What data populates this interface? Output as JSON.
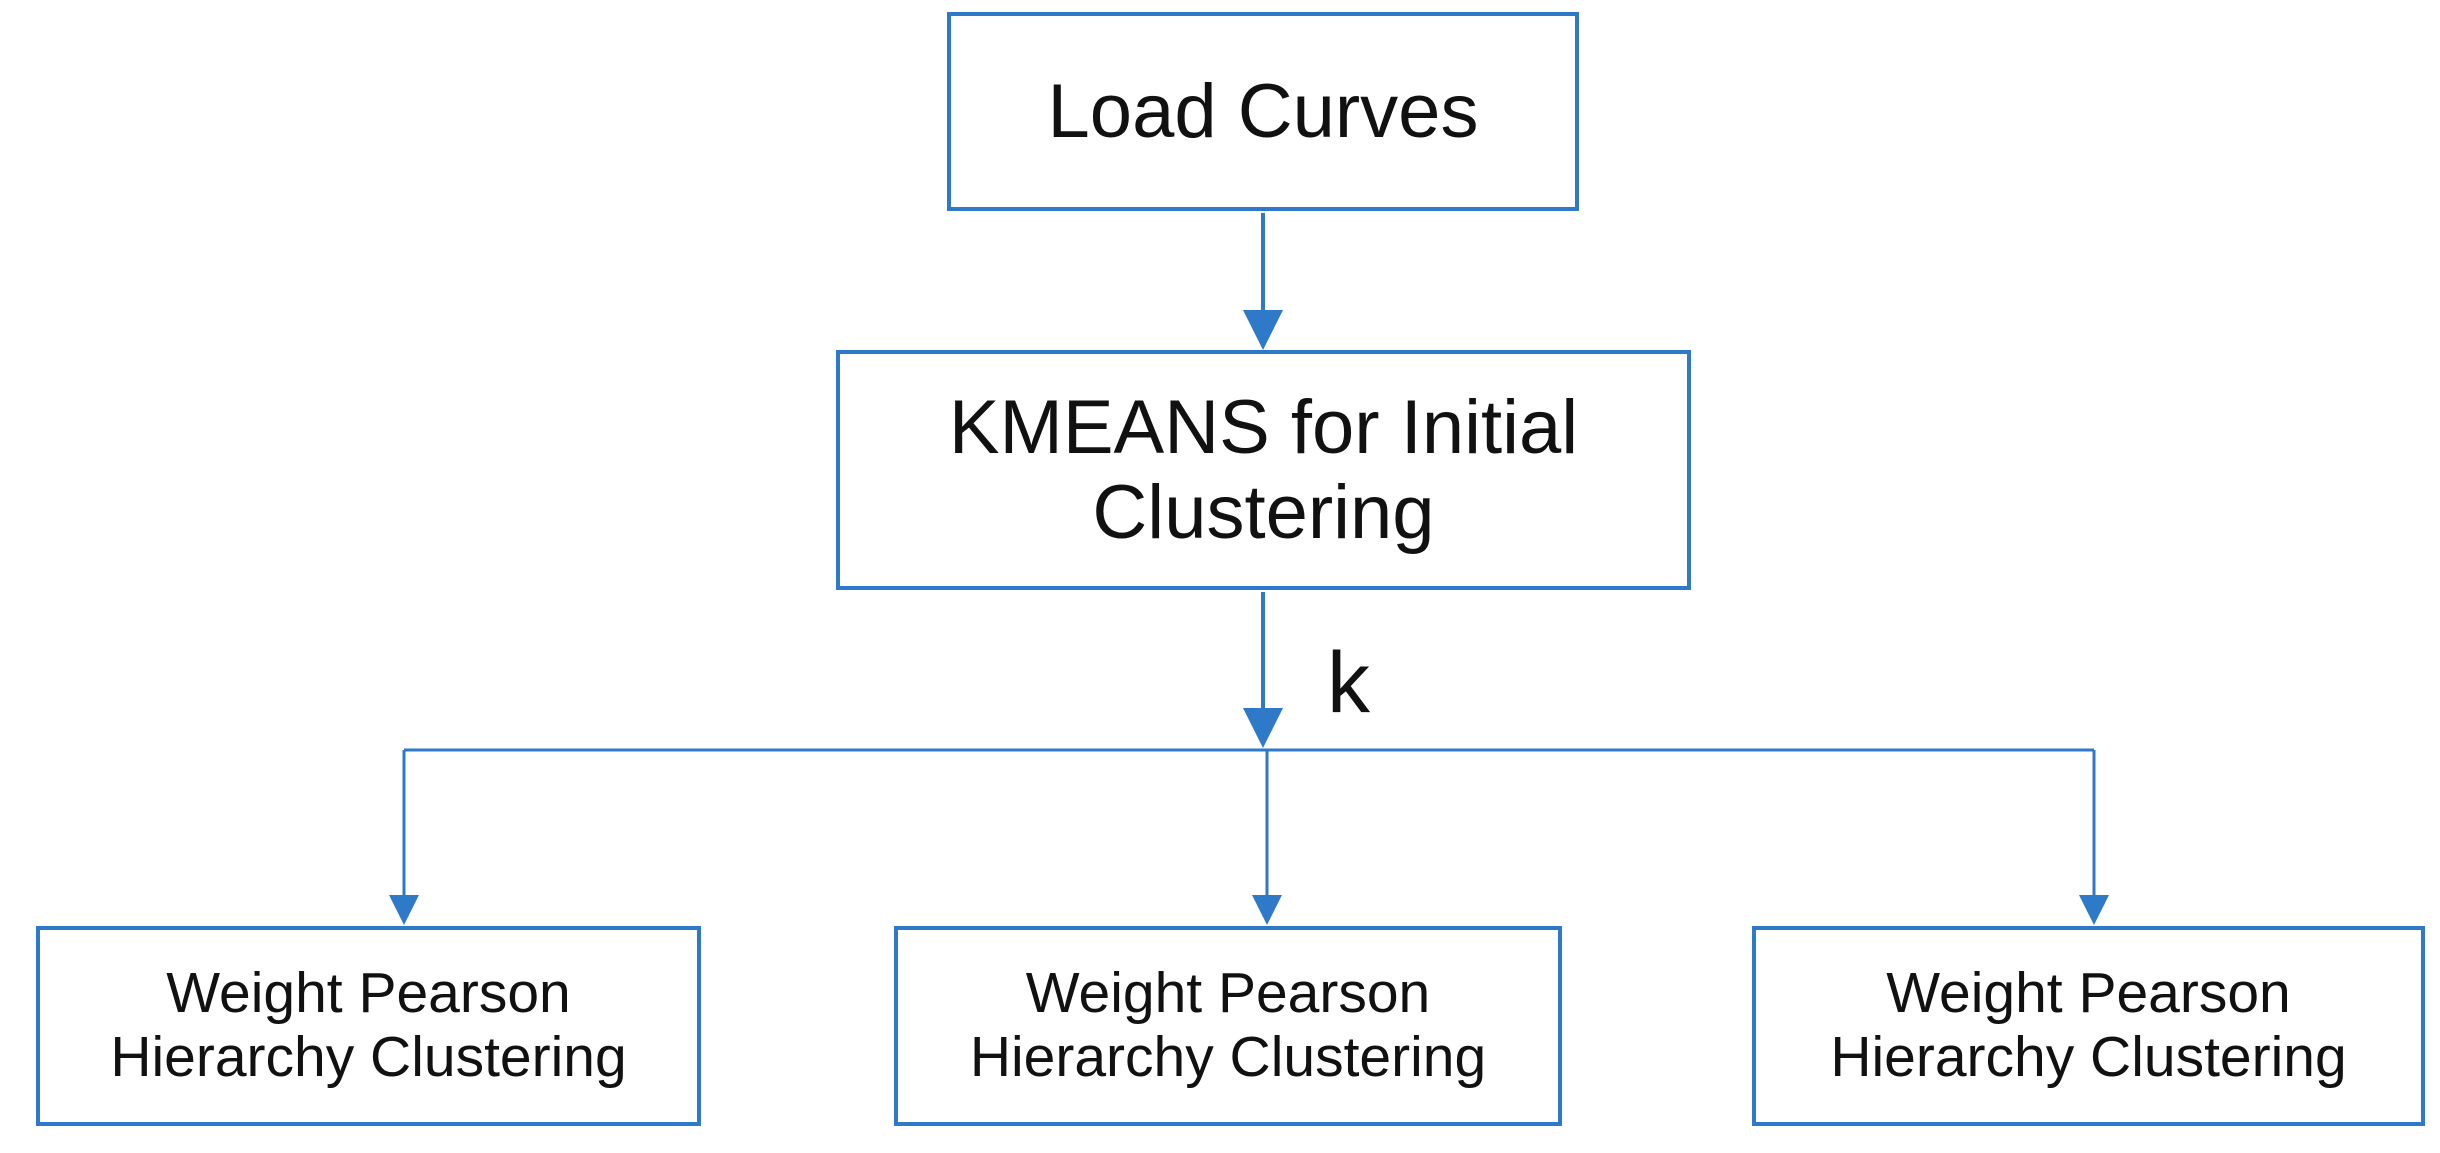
{
  "diagram": {
    "nodes": [
      {
        "id": "load-curves",
        "label": "Load Curves"
      },
      {
        "id": "kmeans",
        "label": "KMEANS for Initial\nClustering"
      },
      {
        "id": "leaf-1",
        "label": "Weight Pearson\nHierarchy Clustering"
      },
      {
        "id": "leaf-2",
        "label": "Weight Pearson\nHierarchy Clustering"
      },
      {
        "id": "leaf-3",
        "label": "Weight Pearson\nHierarchy Clustering"
      }
    ],
    "edge_label": "k",
    "edges": [
      {
        "from": "load-curves",
        "to": "kmeans"
      },
      {
        "from": "kmeans",
        "to": "leaf-1",
        "label": "k"
      },
      {
        "from": "kmeans",
        "to": "leaf-2",
        "label": "k"
      },
      {
        "from": "kmeans",
        "to": "leaf-3",
        "label": "k"
      }
    ],
    "colors": {
      "line": "#2f79c9",
      "box_border": "#2f79c9",
      "text": "#111111",
      "background": "#ffffff"
    }
  }
}
